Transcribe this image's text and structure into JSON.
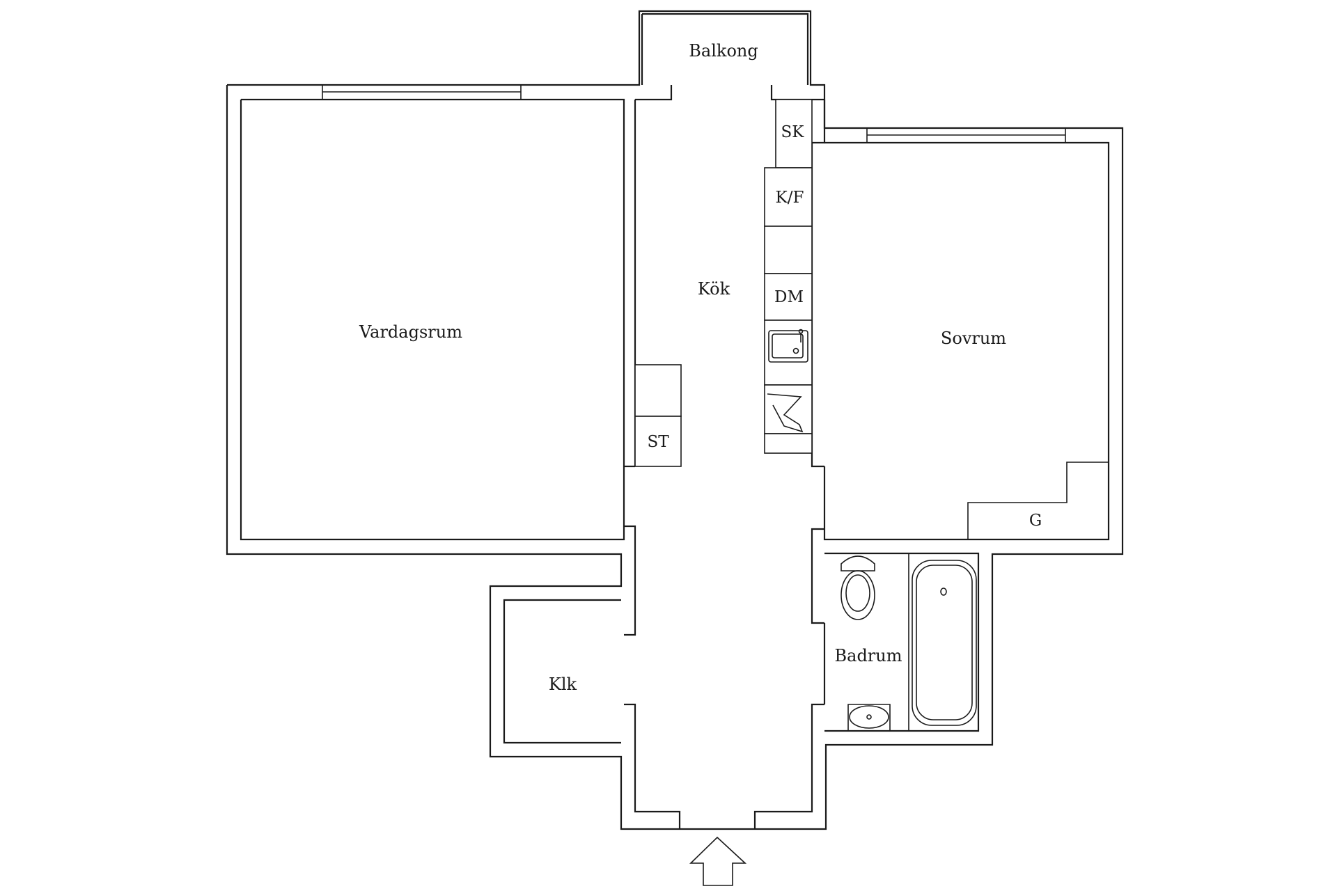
{
  "rooms": {
    "vardagsrum": "Vardagsrum",
    "kok": "Kök",
    "sovrum": "Sovrum",
    "balkong": "Balkong",
    "klk": "Klk",
    "badrum": "Badrum"
  },
  "fixtures": {
    "sk": "SK",
    "kf": "K/F",
    "dm": "DM",
    "st": "ST",
    "g": "G"
  },
  "icons": {
    "entrance": "entrance-arrow-icon",
    "sink": "kitchen-sink-icon",
    "stove": "stove-icon",
    "toilet": "toilet-icon",
    "washbasin": "washbasin-icon",
    "bathtub": "bathtub-icon"
  }
}
